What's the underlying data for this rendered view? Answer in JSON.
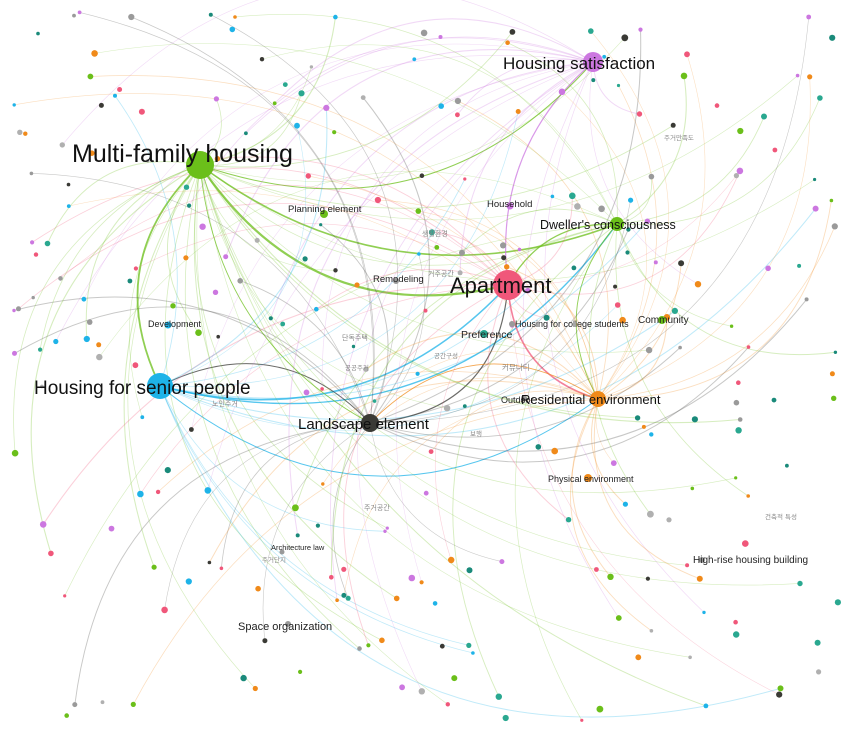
{
  "hubs": [
    {
      "id": "multi",
      "label": "Multi-family housing",
      "color": "#6bbf1a"
    },
    {
      "id": "apt",
      "label": "Apartment",
      "color": "#f0577a"
    },
    {
      "id": "senior",
      "label": "Housing for senior people",
      "color": "#1eb3e8"
    },
    {
      "id": "sat",
      "label": "Housing satisfaction",
      "color": "#cc77e0"
    },
    {
      "id": "land",
      "label": "Landscape element",
      "color": "#3a3a35"
    },
    {
      "id": "resenv",
      "label": "Residential environment",
      "color": "#f08a1a"
    },
    {
      "id": "dwell",
      "label": "Dweller's consciousness",
      "color": "#6bbf1a"
    }
  ],
  "mid_nodes": [
    {
      "id": "plan",
      "label": "Planning element",
      "color": "#6bbf1a"
    },
    {
      "id": "house",
      "label": "Household",
      "color": "#cc77e0"
    },
    {
      "id": "remod",
      "label": "Remodeling",
      "color": "#9a9a9a"
    },
    {
      "id": "dev",
      "label": "Development",
      "color": "#1eb3e8"
    },
    {
      "id": "pref",
      "label": "Preference",
      "color": "#2aa890"
    },
    {
      "id": "college",
      "label": "Housing for college students",
      "color": "#9a9a9a"
    },
    {
      "id": "comm",
      "label": "Community",
      "color": "#6bbf1a"
    },
    {
      "id": "outdoor",
      "label": "Outdoor",
      "color": "#9a9a9a"
    },
    {
      "id": "phys",
      "label": "Physical environment",
      "color": "#f08a1a"
    },
    {
      "id": "high",
      "label": "High-rise housing building",
      "color": "#9a9a9a"
    },
    {
      "id": "arch",
      "label": "Architecture law",
      "color": "#9a9a9a"
    },
    {
      "id": "space",
      "label": "Space organization",
      "color": "#9a9a9a"
    }
  ],
  "small_labels": [
    "단독주택",
    "노인주거",
    "공공주거",
    "커뮤니티",
    "생활환경",
    "거주공간",
    "주거공간",
    "주거단지",
    "건축적 특성",
    "주거만족도",
    "공간구성",
    "보행"
  ]
}
